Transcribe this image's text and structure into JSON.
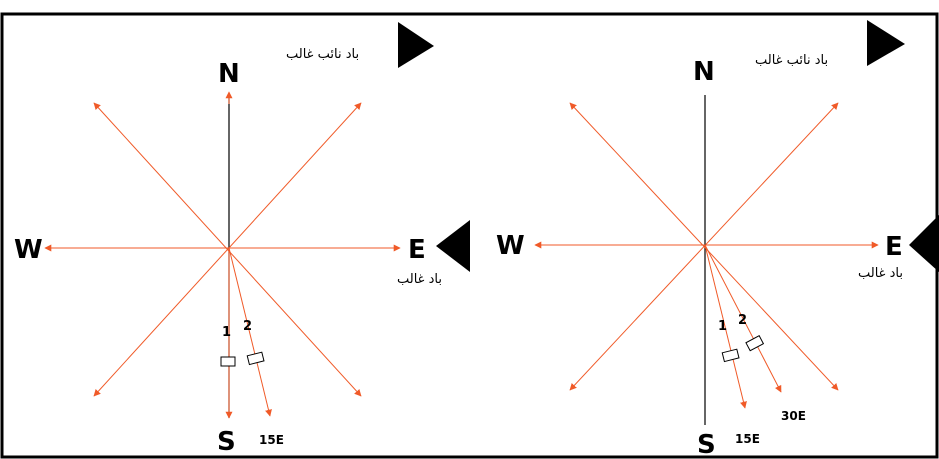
{
  "left_panel": {
    "north": "N",
    "south": "S",
    "east": "E",
    "west": "W",
    "secondary_wind_label": "باد نائب غالب",
    "prevailing_wind_label": "باد غالب",
    "runway_1_label": "1",
    "runway_2_label": "2",
    "runway_2_angle_label": "15E"
  },
  "right_panel": {
    "north": "N",
    "south": "S",
    "east": "E",
    "west": "W",
    "secondary_wind_label": "باد نائب غالب",
    "prevailing_wind_label": "باد غالب",
    "runway_1_label": "1",
    "runway_2_label": "2",
    "runway_1_angle_label": "15E",
    "runway_2_angle_label": "30E"
  },
  "colors": {
    "arrow": "#f05a28",
    "axis": "#000000",
    "wind_marker": "#000000",
    "frame": "#000000"
  }
}
